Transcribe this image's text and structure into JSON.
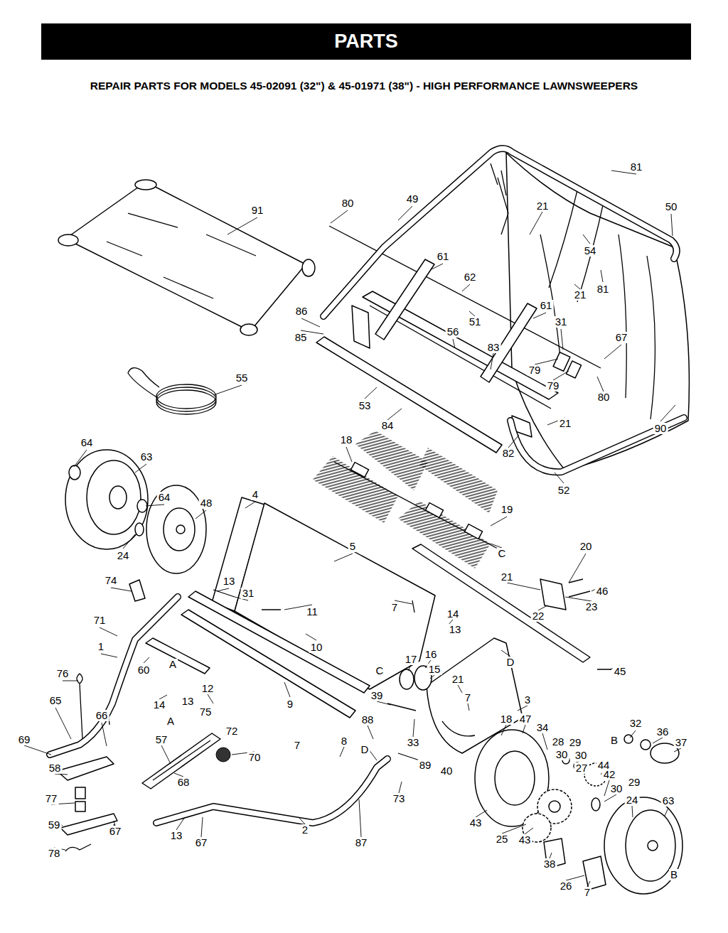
{
  "diagram": {
    "title": "REPAIR PARTS FOR MODELS 45-02091 (32\") & 45-01971 (38\") - HIGH PERFORMANCE LAWNSWEEPERS",
    "nodes": [
      {
        "text": [
          "PARTS"
        ]
      }
    ],
    "labels": [
      "81",
      "91",
      "80",
      "49",
      "21",
      "50",
      "54",
      "61",
      "62",
      "21",
      "81",
      "86",
      "51",
      "61",
      "56",
      "85",
      "31",
      "67",
      "83",
      "79",
      "79",
      "80",
      "55",
      "53",
      "21",
      "90",
      "84",
      "64",
      "63",
      "18",
      "82",
      "52",
      "4",
      "64",
      "48",
      "19",
      "24",
      "5",
      "20",
      "C",
      "74",
      "13",
      "31",
      "21",
      "46",
      "7",
      "11",
      "23",
      "22",
      "71",
      "14",
      "1",
      "13",
      "10",
      "16",
      "17",
      "D",
      "45",
      "60",
      "A",
      "C",
      "15",
      "76",
      "21",
      "12",
      "7",
      "3",
      "14",
      "13",
      "9",
      "65",
      "39",
      "66",
      "A",
      "75",
      "72",
      "32",
      "69",
      "57",
      "88",
      "18",
      "47",
      "B",
      "36",
      "37",
      "8",
      "7",
      "33",
      "34",
      "70",
      "D",
      "58",
      "28",
      "29",
      "30",
      "30",
      "89",
      "40",
      "44",
      "27",
      "42",
      "68",
      "77",
      "73",
      "30",
      "29",
      "24",
      "63",
      "43",
      "59",
      "2",
      "13",
      "67",
      "67",
      "87",
      "25",
      "43",
      "38",
      "78",
      "B",
      "26",
      "7"
    ]
  }
}
